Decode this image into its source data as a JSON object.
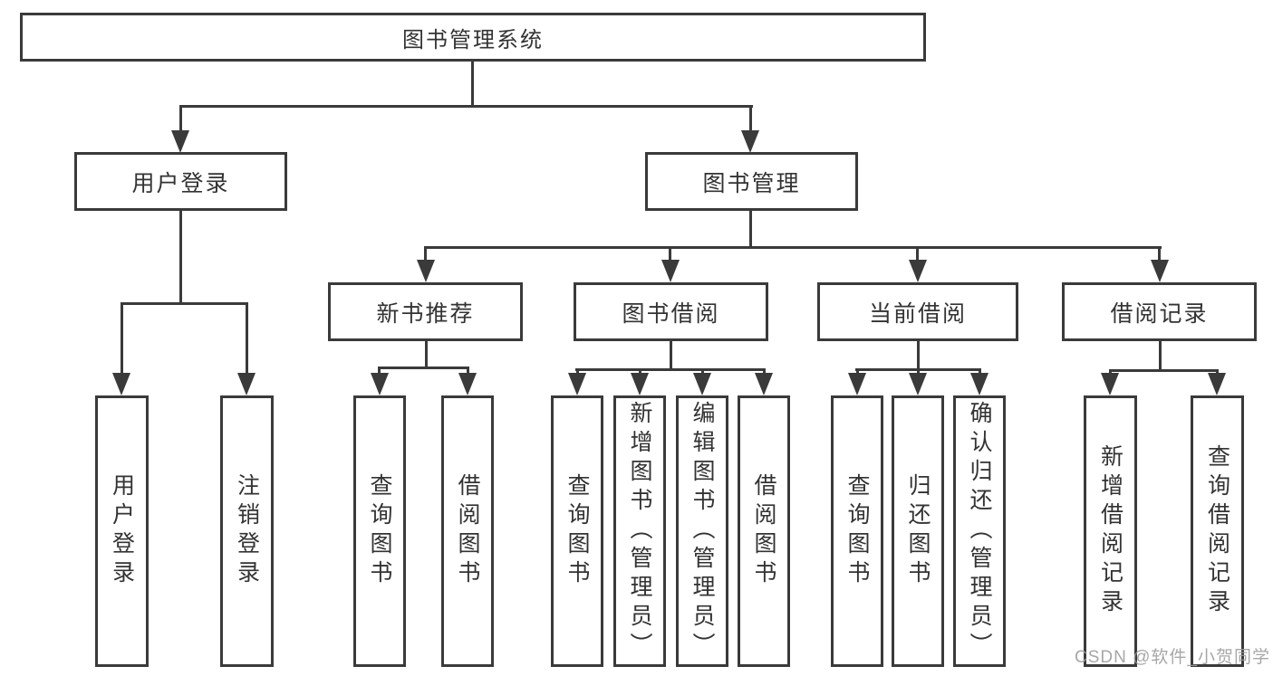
{
  "colors": {
    "stroke": "#3a3a3a",
    "text": "#333333",
    "background": "#ffffff",
    "watermark": "#9e9e9e"
  },
  "nodes": {
    "root": "图书管理系统",
    "user_login": "用户登录",
    "book_management": "图书管理",
    "new_book_recommend": "新书推荐",
    "book_borrowing": "图书借阅",
    "current_borrowing": "当前借阅",
    "borrowing_records": "借阅记录",
    "leaf_user_login": "用户登录",
    "leaf_logout_login": "注销登录",
    "leaf_nb_query_book": "查询图书",
    "leaf_nb_borrow_book": "借阅图书",
    "leaf_bb_query_book": "查询图书",
    "leaf_bb_add_book_admin": "新增图书（管理员）",
    "leaf_bb_edit_book_admin": "编辑图书（管理员）",
    "leaf_bb_borrow_book": "借阅图书",
    "leaf_cb_query_book": "查询图书",
    "leaf_cb_return_book": "归还图书",
    "leaf_cb_confirm_return_admin": "确认归还（管理员）",
    "leaf_br_add_record": "新增借阅记录",
    "leaf_br_query_record": "查询借阅记录"
  },
  "watermark": {
    "text": "CSDN @软件_小贺同学"
  }
}
